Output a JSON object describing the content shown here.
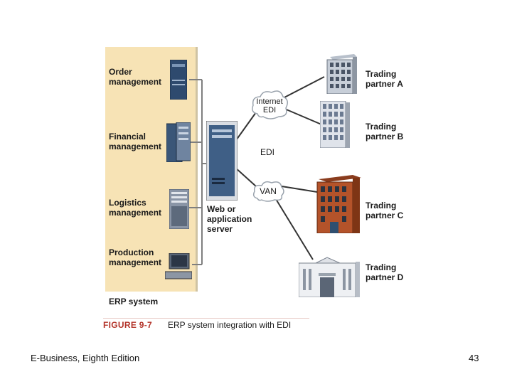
{
  "erp_panel": {
    "departments": [
      {
        "label": "Order\nmanagement"
      },
      {
        "label": "Financial\nmanagement"
      },
      {
        "label": "Logistics\nmanagement"
      },
      {
        "label": "Production\nmanagement"
      }
    ],
    "system_label": "ERP system"
  },
  "server": {
    "label": "Web or\napplication\nserver"
  },
  "clouds": {
    "internet": "Internet\nEDI",
    "van": "VAN"
  },
  "edi_label": "EDI",
  "partners": [
    {
      "label": "Trading\npartner A"
    },
    {
      "label": "Trading\npartner B"
    },
    {
      "label": "Trading\npartner C"
    },
    {
      "label": "Trading\npartner D"
    }
  ],
  "caption": {
    "figure": "FIGURE 9-7",
    "text": "ERP system integration with EDI"
  },
  "footer": {
    "book": "E-Business, Eighth Edition",
    "page": "43"
  },
  "colors": {
    "panel": "#f7e3b5",
    "caption_accent": "#b3342a",
    "connector": "#7f7f7f"
  }
}
